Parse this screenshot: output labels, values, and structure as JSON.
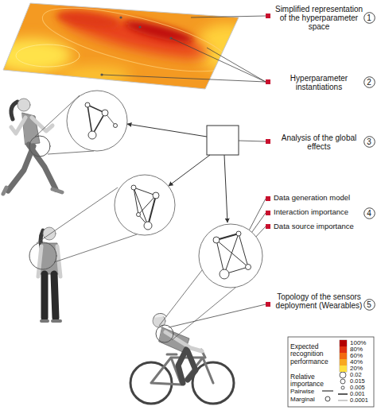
{
  "diagram": {
    "nodes": [
      {
        "text": [
          "1"
        ]
      },
      {
        "text": [
          "2"
        ]
      },
      {
        "text": [
          "3"
        ]
      },
      {
        "text": [
          "4"
        ]
      },
      {
        "text": [
          "5"
        ]
      }
    ],
    "labels": [
      "Simplified representation of the hyperparameter space",
      "Hyperparameter instantiations",
      "Analysis of the global effects",
      "Data generation model",
      "Interaction importance",
      "Data source importance",
      "Topology of the sensors deployment (Wearables)",
      "Expected recognition performance",
      "Relative importance",
      "0.02",
      "0.015",
      "0.005",
      "0.001",
      "0.0001"
    ],
    "legend": [
      {
        "text": "100%",
        "color": "#b30000"
      },
      {
        "text": "80%",
        "color": "#e03010"
      },
      {
        "text": "60%",
        "color": "#f26a10"
      },
      {
        "text": "40%",
        "color": "#f8a820"
      },
      {
        "text": "20%",
        "color": "#ffe040"
      },
      {
        "text": "Pairwise"
      },
      {
        "text": "Marginal"
      }
    ]
  }
}
